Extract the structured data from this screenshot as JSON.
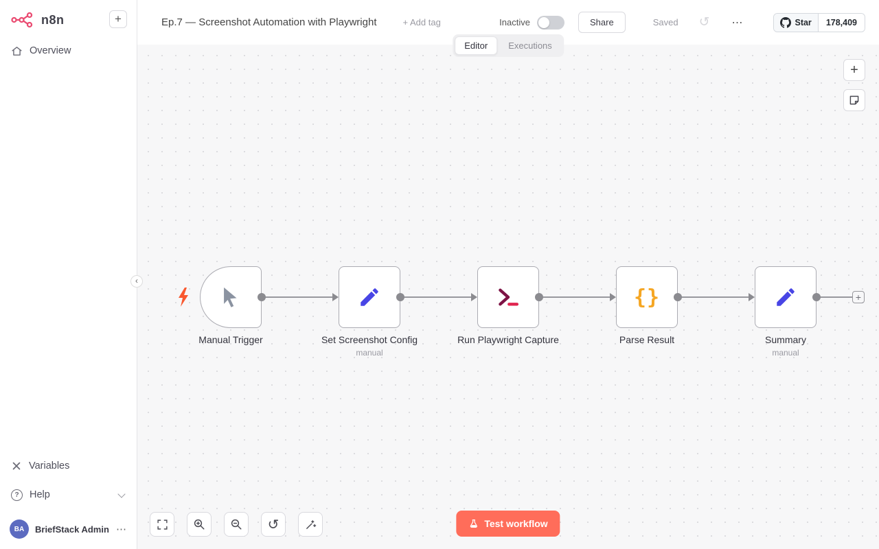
{
  "sidebar": {
    "logo_text": "n8n",
    "add_glyph": "+",
    "overview": "Overview",
    "variables": "Variables",
    "help": "Help",
    "help_glyph": "?",
    "collapse_glyph": "‹",
    "user": {
      "initials": "BA",
      "name": "BriefStack Admin",
      "menu_glyph": "⋯"
    }
  },
  "header": {
    "title": "Ep.7 — Screenshot Automation with Playwright",
    "add_tag": "+ Add tag",
    "status_label": "Inactive",
    "share_label": "Share",
    "saved_label": "Saved",
    "history_glyph": "↺",
    "more_glyph": "⋯",
    "github": {
      "star_label": "Star",
      "star_count": "178,409"
    }
  },
  "tabs": {
    "editor": "Editor",
    "executions": "Executions"
  },
  "canvas": {
    "add_node_glyph": "+",
    "end_plus_glyph": "+",
    "nodes": [
      {
        "name": "Manual Trigger",
        "subtitle": "",
        "icon": "cursor-icon"
      },
      {
        "name": "Set Screenshot Config",
        "subtitle": "manual",
        "icon": "pencil-icon"
      },
      {
        "name": "Run Playwright Capture",
        "subtitle": "",
        "icon": "terminal-icon"
      },
      {
        "name": "Parse Result",
        "subtitle": "",
        "icon": "curly-braces-icon",
        "glyph": "{}"
      },
      {
        "name": "Summary",
        "subtitle": "manual",
        "icon": "pencil-icon"
      }
    ],
    "controls": {
      "reset_glyph": "↺"
    },
    "test_button": "Test workflow"
  },
  "colors": {
    "accent": "#ff6d5a",
    "brand": "#ea4b71",
    "node_blue": "#4845e5",
    "braces_orange": "#f5a623",
    "terminal_maroon": "#7d1345",
    "terminal_red": "#e0254f"
  }
}
